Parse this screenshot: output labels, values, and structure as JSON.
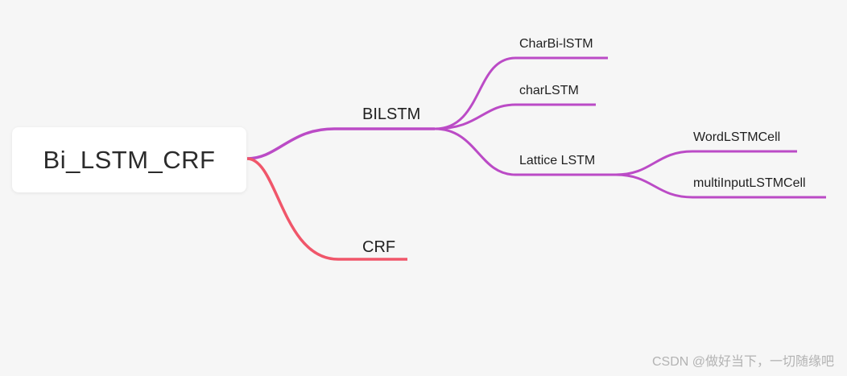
{
  "root": {
    "label": "Bi_LSTM_CRF"
  },
  "branches": {
    "bilstm": "BILSTM",
    "crf": "CRF",
    "charbi_lstm": "CharBi-lSTM",
    "charlstm": "charLSTM",
    "lattice_lstm": "Lattice LSTM",
    "wordlstmcell": "WordLSTMCell",
    "multiinputlstmcell": "multiInputLSTMCell"
  },
  "colors": {
    "purple_branch": "#bb4bc6",
    "red_branch": "#f0566a",
    "background": "#f6f6f6"
  },
  "watermark": "CSDN @做好当下，一切随缘吧"
}
